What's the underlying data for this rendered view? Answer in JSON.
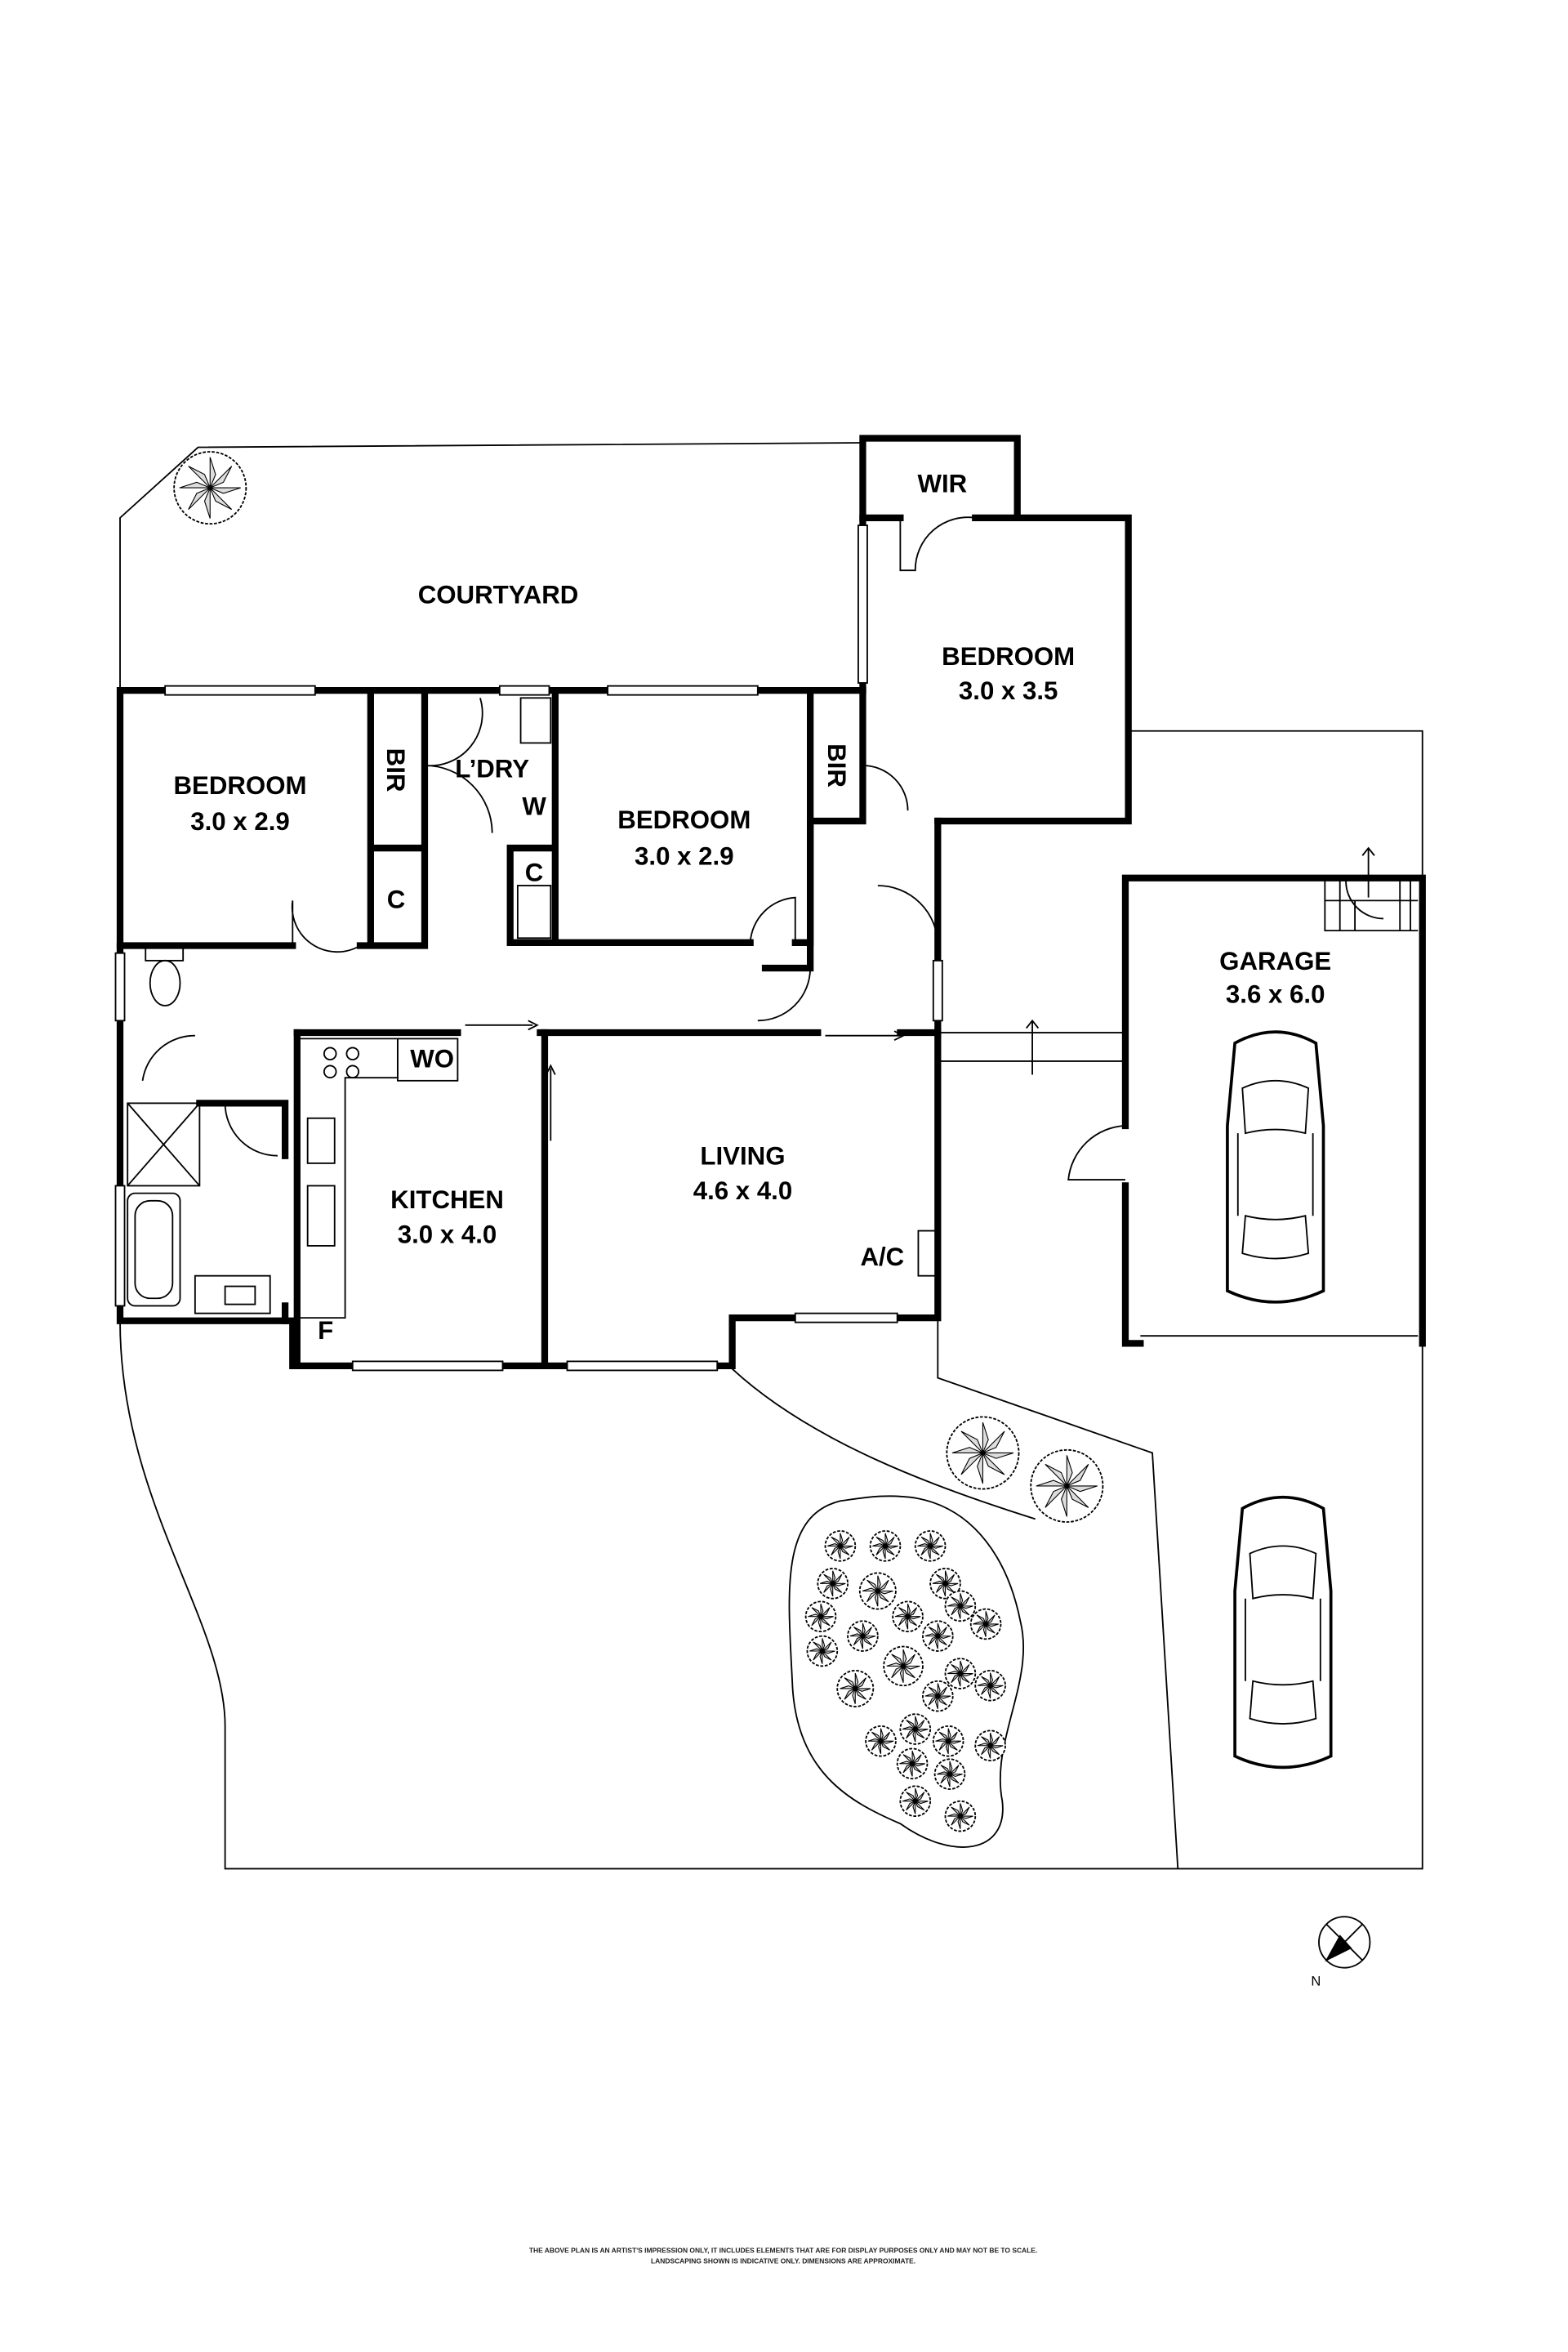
{
  "rooms": {
    "courtyard": {
      "name": "COURTYARD"
    },
    "wir": {
      "name": "WIR"
    },
    "bedroom_main": {
      "name": "BEDROOM",
      "size": "3.0 x 3.5"
    },
    "bedroom_left": {
      "name": "BEDROOM",
      "size": "3.0 x 2.9"
    },
    "bedroom_mid": {
      "name": "BEDROOM",
      "size": "3.0 x 2.9"
    },
    "bir_left": "BIR",
    "bir_right": "BIR",
    "laundry": "L’DRY",
    "washer": "W",
    "cupboard_left": "C",
    "cupboard_right": "C",
    "wall_oven": "WO",
    "kitchen": {
      "name": "KITCHEN",
      "size": "3.0 x 4.0"
    },
    "fridge": "F",
    "living": {
      "name": "LIVING",
      "size": "4.6 x 4.0"
    },
    "aircon": "A/C",
    "garage": {
      "name": "GARAGE",
      "size": "3.6 x 6.0"
    }
  },
  "compass": {
    "label": "N"
  },
  "disclaimer": {
    "line1": "THE ABOVE PLAN IS AN ARTIST'S IMPRESSION ONLY, IT INCLUDES ELEMENTS THAT ARE FOR DISPLAY PURPOSES ONLY AND MAY NOT BE TO SCALE.",
    "line2": "LANDSCAPING SHOWN IS INDICATIVE ONLY. DIMENSIONS ARE APPROXIMATE."
  }
}
